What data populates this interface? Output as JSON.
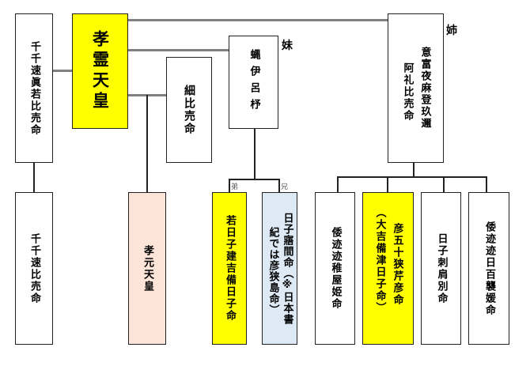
{
  "diagram": {
    "title": "孝霊天皇 family tree",
    "colors": {
      "highlight": "#ffff00",
      "emperor_successor": "#fde4d8",
      "alt_name": "#dde9f5",
      "marriage_line": "#808080",
      "line": "#222222"
    }
  },
  "people": {
    "chichihaya_mawaka": "千千速眞若比売命",
    "korei": "孝霊天皇",
    "kuwashi": "細比売命",
    "haeiroto": "蝿伊呂杼",
    "oyamato_line1": "意富夜麻登玖邇",
    "oyamato_line2": "阿礼比売命",
    "chichihaya": "千千速比売命",
    "kogen": "孝元天皇",
    "wakahiko_take": "若日子建吉備日子命",
    "hiko_samema_line1": "日子寤間命（※日本書",
    "hiko_samema_line2": "紀では彦狭島命）",
    "yamato_toto_waka": "倭迹迹稚屋姫命",
    "isaseri_line1": "彦五十狭芹彦命",
    "isaseri_line2": "（大吉備津日子命）",
    "hiko_sashikata": "日子刺肩別命",
    "yamato_momoso": "倭迹迹日百襲媛命"
  },
  "labels": {
    "younger_sister": "妹",
    "older_sister": "姉",
    "younger_brother": "弟",
    "older_brother": "兄"
  }
}
